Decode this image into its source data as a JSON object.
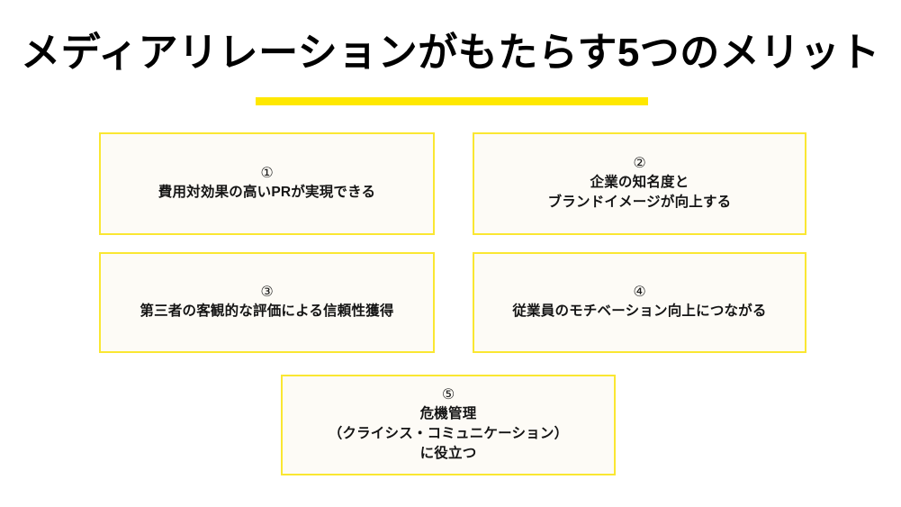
{
  "slide": {
    "background_color": "#ffffff",
    "title": "メディアリレーションがもたらす5つのメリット",
    "accent_color": "#ffe800",
    "box_border_color": "#fae732",
    "box_fill_color": "#fdfbf6",
    "text_color": "#141414"
  },
  "benefits": [
    {
      "number": "①",
      "text": "費用対効果の高いPRが実現できる"
    },
    {
      "number": "②",
      "text": "企業の知名度と\nブランドイメージが向上する"
    },
    {
      "number": "③",
      "text": "第三者の客観的な評価による信頼性獲得"
    },
    {
      "number": "④",
      "text": "従業員のモチベーション向上につながる"
    },
    {
      "number": "⑤",
      "text": "危機管理\n（クライシス・コミュニケーション）\nに役立つ"
    }
  ]
}
